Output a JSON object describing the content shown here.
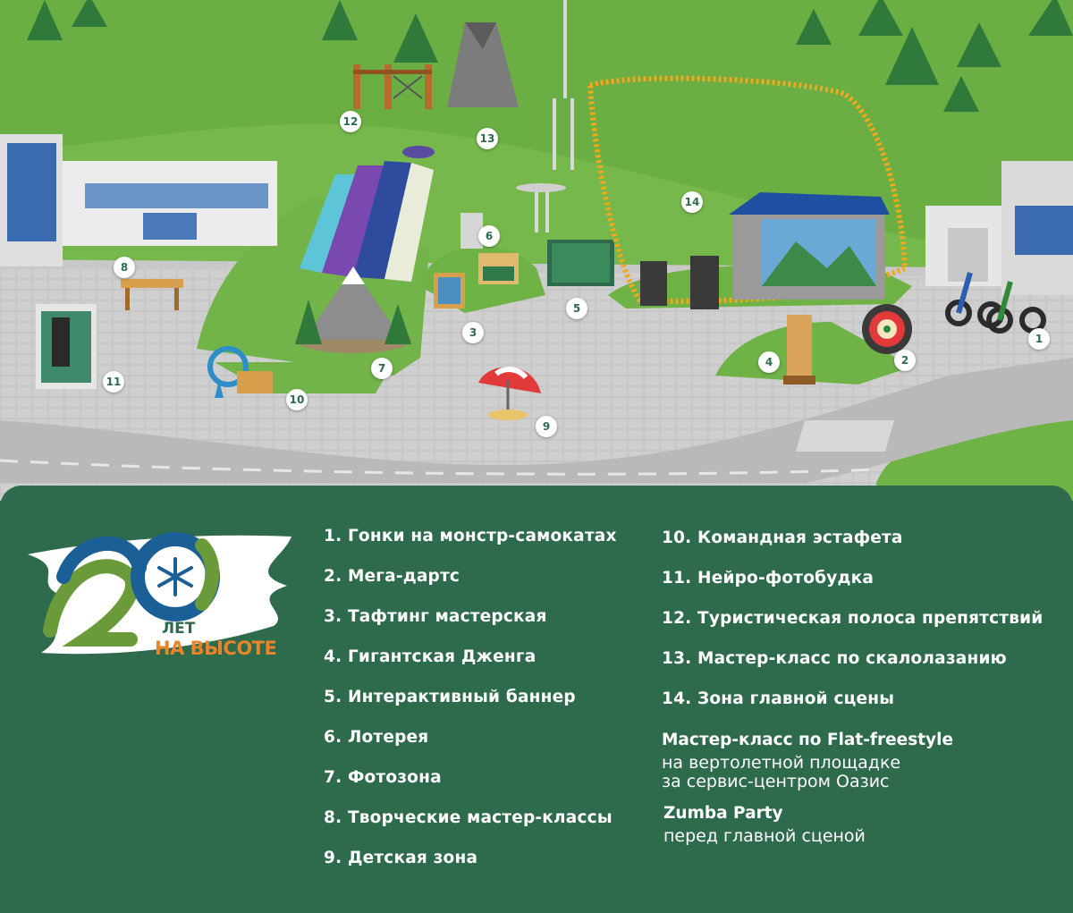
{
  "map": {
    "markers": [
      "1",
      "2",
      "3",
      "4",
      "5",
      "6",
      "7",
      "8",
      "9",
      "10",
      "11",
      "12",
      "13",
      "14"
    ]
  },
  "logo": {
    "number": "20",
    "line1": "ЛЕТ",
    "line2": "НА ВЫСОТЕ"
  },
  "legend": {
    "left": [
      "1. Гонки на монстр-самокатах",
      "2. Мега-дартс",
      "3. Тафтинг мастерская",
      "4. Гигантская Дженга",
      "5. Интерактивный баннер",
      "6. Лотерея",
      "7. Фотозона",
      "8. Творческие мастер-классы",
      "9. Детская зона"
    ],
    "right": [
      "10. Командная эстафета",
      "11. Нейро-фотобудка",
      "12. Туристическая полоса препятствий",
      "13. Мастер-класс по скалолазанию",
      "14. Зона главной сцены"
    ],
    "extra": [
      {
        "title": "Мастер-класс по Flat-freestyle",
        "line1": "на вертолетной площадке",
        "line2": "за сервис-центром Оазис"
      },
      {
        "title": "Zumba Party",
        "line1": "перед главной сценой"
      }
    ]
  },
  "colors": {
    "panel": "#2e6a4c",
    "grass": "#6fb54a",
    "pavement": "#c9c9c9",
    "fence": "#f0a81c",
    "logo_blue": "#1b5f97",
    "logo_green": "#6a9a3a",
    "logo_orange": "#e8852a"
  }
}
